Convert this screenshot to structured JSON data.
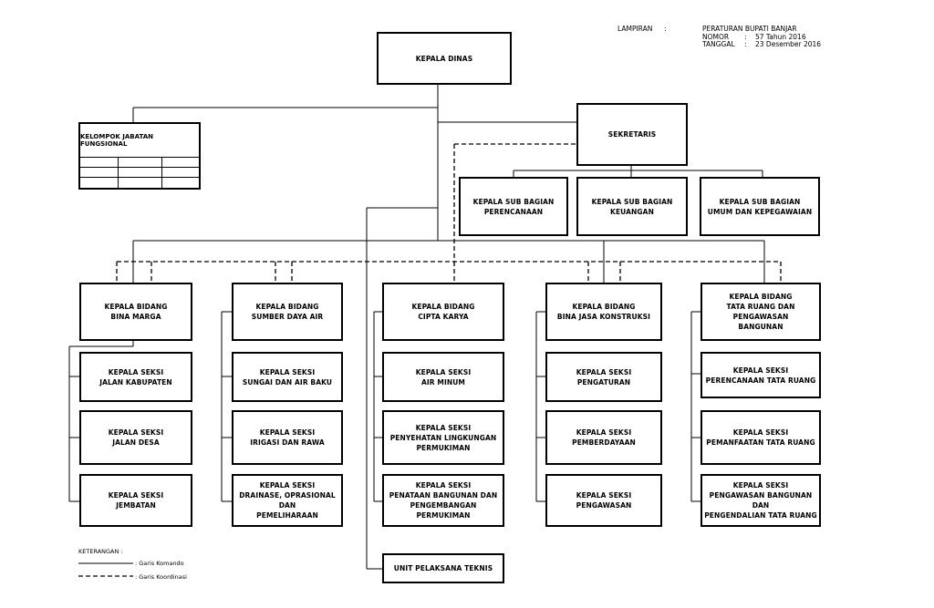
{
  "header": {
    "lampiran_label": "LAMPIRAN",
    "colon": ":",
    "regulation": "PERATURAN BUPATI BANJAR",
    "nomor_label": "NOMOR",
    "nomor_value": "57 Tahun 2016",
    "tanggal_label": "TANGGAL",
    "tanggal_value": "23 Desember 2016"
  },
  "head": {
    "title": "KEPALA DINAS"
  },
  "functional": {
    "title": "KELOMPOK JABATAN FUNGSIONAL"
  },
  "secretary": {
    "title": "SEKRETARIS"
  },
  "subsections": [
    {
      "line1": "KEPALA SUB BAGIAN",
      "line2": "PERENCANAAN"
    },
    {
      "line1": "KEPALA SUB BAGIAN",
      "line2": "KEUANGAN"
    },
    {
      "line1": "KEPALA SUB BAGIAN",
      "line2": "UMUM DAN KEPEGAWAIAN"
    }
  ],
  "divisions": [
    {
      "lines": [
        "KEPALA BIDANG",
        "BINA MARGA"
      ],
      "sections": [
        [
          "KEPALA SEKSI",
          "JALAN KABUPATEN"
        ],
        [
          "KEPALA SEKSI",
          "JALAN DESA"
        ],
        [
          "KEPALA  SEKSI",
          "JEMBATAN"
        ]
      ]
    },
    {
      "lines": [
        "KEPALA BIDANG",
        "SUMBER DAYA AIR"
      ],
      "sections": [
        [
          "KEPALA SEKSI",
          "SUNGAI DAN AIR BAKU"
        ],
        [
          "KEPALA SEKSI",
          "IRIGASI DAN RAWA"
        ],
        [
          "KEPALA  SEKSI",
          "DRAINASE, OPRASIONAL DAN",
          "PEMELIHARAAN"
        ]
      ]
    },
    {
      "lines": [
        "KEPALA BIDANG",
        "CIPTA KARYA"
      ],
      "sections": [
        [
          "KEPALA SEKSI",
          "AIR MINUM"
        ],
        [
          "KEPALA SEKSI",
          "PENYEHATAN LINGKUNGAN",
          "PERMUKIMAN"
        ],
        [
          "KEPALA SEKSI",
          "PENATAAN BANGUNAN DAN",
          "PENGEMBANGAN PERMUKIMAN"
        ]
      ]
    },
    {
      "lines": [
        "KEPALA BIDANG",
        "BINA JASA KONSTRUKSI"
      ],
      "sections": [
        [
          "KEPALA SEKSI",
          "PENGATURAN"
        ],
        [
          "KEPALA SEKSI PEMBERDAYAAN"
        ],
        [
          "KEPALA SEKSI",
          "PENGAWASAN"
        ]
      ]
    },
    {
      "lines": [
        "KEPALA BIDANG",
        "TATA RUANG DAN PENGAWASAN",
        "BANGUNAN"
      ],
      "sections": [
        [
          "KEPALA SEKSI",
          "PERENCANAAN TATA RUANG"
        ],
        [
          "KEPALA SEKSI",
          "PEMANFAATAN TATA RUANG"
        ],
        [
          "KEPALA SEKSI",
          "PENGAWASAN  BANGUNAN DAN",
          "PENGENDALIAN TATA RUANG"
        ]
      ]
    }
  ],
  "upt": {
    "title": "UNIT PELAKSANA TEKNIS"
  },
  "legend": {
    "title": "KETERANGAN :",
    "command": ": Garis Komando",
    "coordination": ": Garis Koordinasi"
  }
}
